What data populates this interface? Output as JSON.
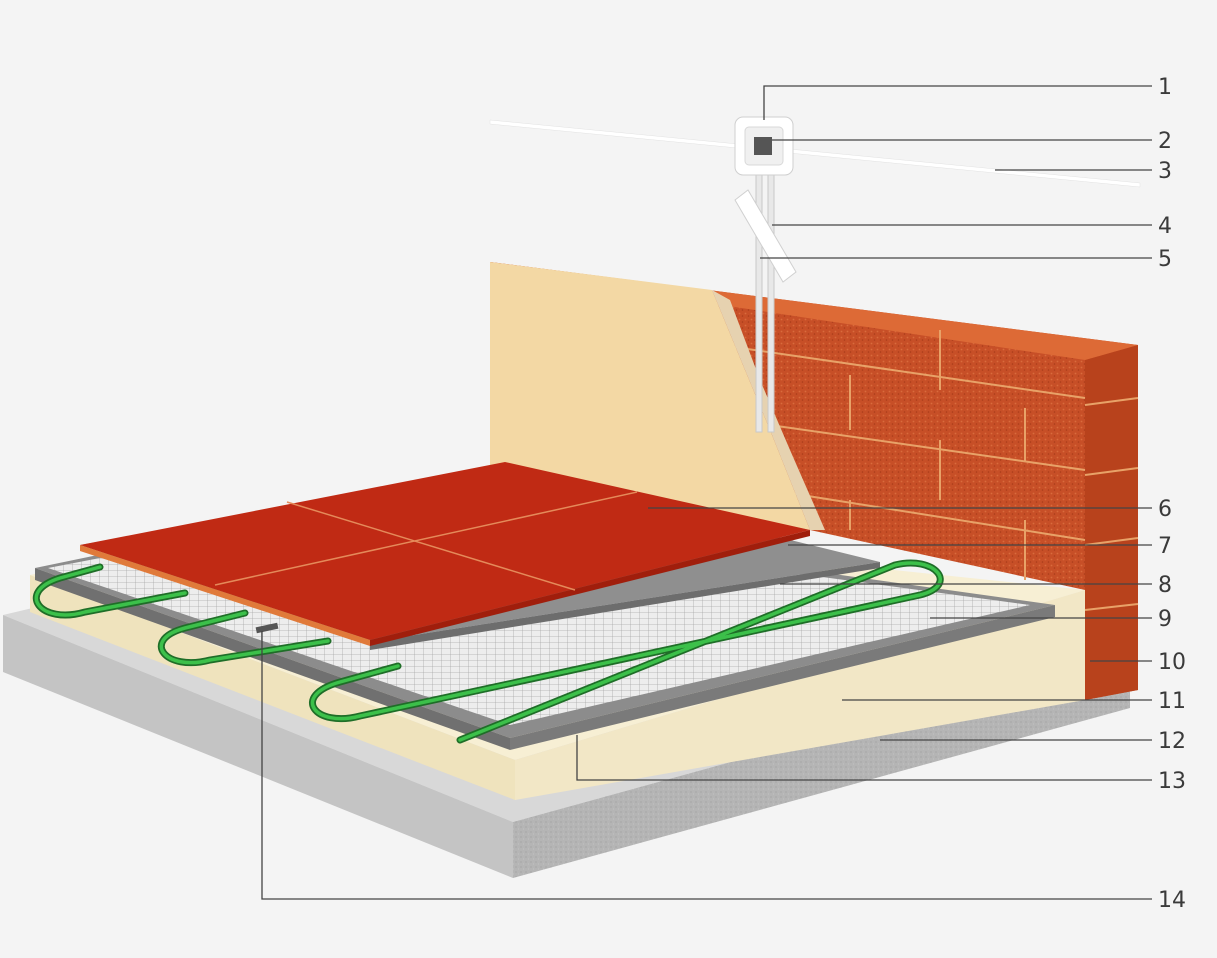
{
  "callouts": [
    "1",
    "2",
    "3",
    "4",
    "5",
    "6",
    "7",
    "8",
    "9",
    "10",
    "11",
    "12",
    "13",
    "14"
  ],
  "colors": {
    "background": "#f4f4f4",
    "brick": "#c9522a",
    "plaster": "#f3d8a4",
    "tile": "#b8220f",
    "heating_cable": "#2e9a3a",
    "screed": "#f2e7c6",
    "concrete_slab": "#b8b8b8"
  }
}
